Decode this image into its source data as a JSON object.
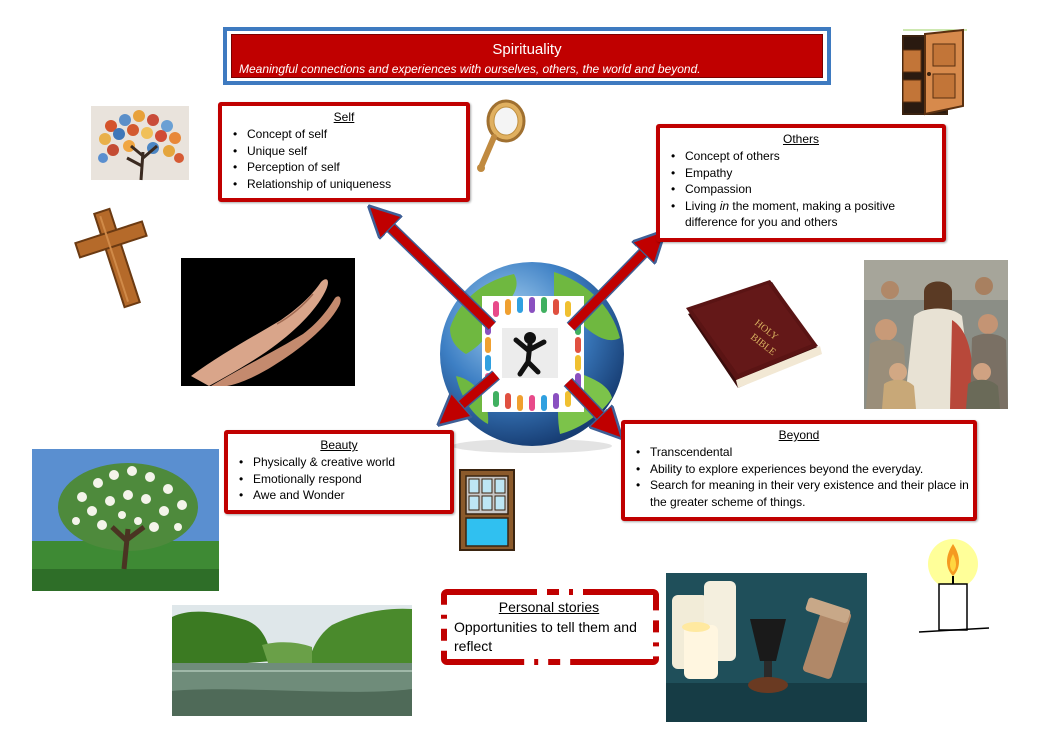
{
  "title": {
    "heading": "Spirituality",
    "subtitle": "Meaningful connections and experiences with ourselves, others, the world and beyond."
  },
  "self": {
    "heading": "Self",
    "items": [
      "Concept of self",
      "Unique self",
      "Perception of self",
      "Relationship of uniqueness"
    ]
  },
  "others": {
    "heading": "Others",
    "items": [
      "Concept of others",
      "Empathy",
      "Compassion"
    ],
    "living_pre": "Living ",
    "living_em": "in",
    "living_post": " the moment, making a positive difference for you and others"
  },
  "beauty": {
    "heading": "Beauty",
    "items": [
      "Physically & creative world",
      "Emotionally respond",
      "Awe and Wonder"
    ]
  },
  "beyond": {
    "heading": "Beyond",
    "items": [
      "Transcendental",
      "Ability to explore experiences beyond the everyday.",
      "Search for meaning in their very existence and their place in the greater scheme of things."
    ]
  },
  "stories": {
    "heading": "Personal stories",
    "body": "Opportunities to tell them and reflect"
  },
  "bible": {
    "label_line1": "HOLY",
    "label_line2": "BIBLE"
  },
  "colors": {
    "accent_red": "#c00000",
    "title_border": "#3e7ac0",
    "arrow_outline": "#3e5f96"
  }
}
